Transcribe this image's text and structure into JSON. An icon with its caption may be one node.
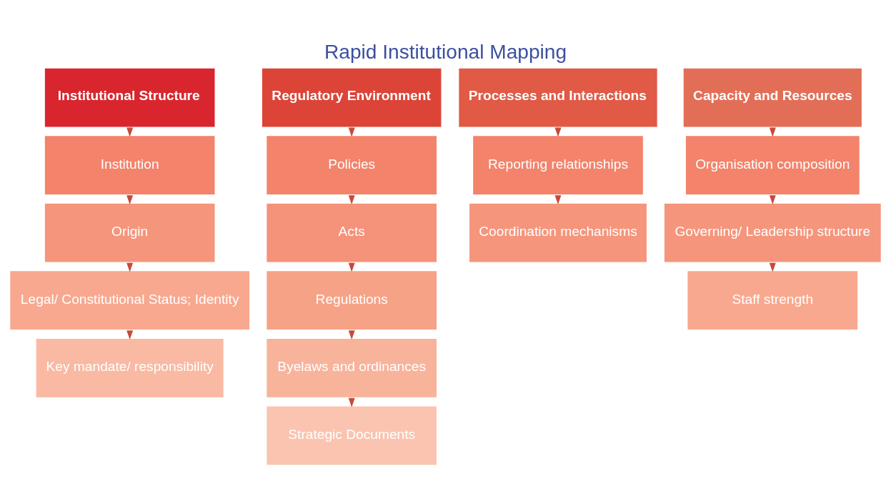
{
  "diagram": {
    "title": "Rapid Institutional Mapping",
    "nodes": [
      {
        "text": [
          "Institutional Structure"
        ]
      },
      {
        "text": [
          "Institution"
        ]
      },
      {
        "text": [
          "Origin"
        ]
      },
      {
        "text": [
          "Legal/ Constitutional Status; Identity"
        ]
      },
      {
        "text": [
          "Key mandate/ responsibility"
        ]
      },
      {
        "text": [
          "Regulatory Environment"
        ]
      },
      {
        "text": [
          "Policies"
        ]
      },
      {
        "text": [
          "Acts"
        ]
      },
      {
        "text": [
          "Regulations"
        ]
      },
      {
        "text": [
          "Byelaws and ordinances"
        ]
      },
      {
        "text": [
          "Strategic Documents"
        ]
      },
      {
        "text": [
          "Processes and Interactions"
        ]
      },
      {
        "text": [
          "Reporting relationships"
        ]
      },
      {
        "text": [
          "Coordination mechanisms"
        ]
      },
      {
        "text": [
          "Capacity and Resources"
        ]
      },
      {
        "text": [
          "Organisation composition"
        ]
      },
      {
        "text": [
          "Governing/ Leadership structure"
        ]
      },
      {
        "text": [
          "Staff strength"
        ]
      }
    ],
    "edges": [
      {
        "from": 0,
        "to": 1,
        "arrow": "to"
      },
      {
        "from": 1,
        "to": 2,
        "arrow": "to"
      },
      {
        "from": 2,
        "to": 3,
        "arrow": "to"
      },
      {
        "from": 3,
        "to": 4,
        "arrow": "to"
      },
      {
        "from": 5,
        "to": 6,
        "arrow": "to"
      },
      {
        "from": 6,
        "to": 7,
        "arrow": "to"
      },
      {
        "from": 7,
        "to": 8,
        "arrow": "to"
      },
      {
        "from": 8,
        "to": 9,
        "arrow": "to"
      },
      {
        "from": 9,
        "to": 10,
        "arrow": "to"
      },
      {
        "from": 11,
        "to": 12,
        "arrow": "to"
      },
      {
        "from": 12,
        "to": 13,
        "arrow": "to"
      },
      {
        "from": 14,
        "to": 15,
        "arrow": "to"
      },
      {
        "from": 15,
        "to": 16,
        "arrow": "to"
      },
      {
        "from": 16,
        "to": 17,
        "arrow": "to"
      }
    ]
  }
}
